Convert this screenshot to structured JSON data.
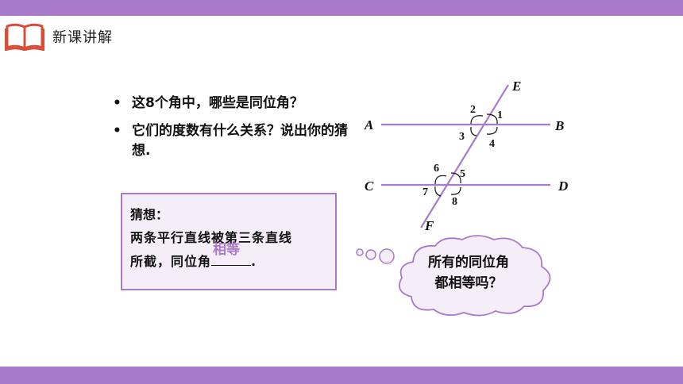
{
  "header": {
    "title": "新课讲解"
  },
  "bullets": [
    "这8个角中，哪些是同位角？",
    "它们的度数有什么关系？说出你的猜想."
  ],
  "guess": {
    "title": "猜想：",
    "line1": "两条平行直线被第三条直线",
    "line2_prefix": "所截，同位角",
    "answer": "相等",
    "line2_suffix": "."
  },
  "diagram": {
    "points": {
      "A": "A",
      "B": "B",
      "C": "C",
      "D": "D",
      "E": "E",
      "F": "F"
    },
    "angles": [
      "1",
      "2",
      "3",
      "4",
      "5",
      "6",
      "7",
      "8"
    ]
  },
  "cloud": {
    "line1": "所有的同位角",
    "line2": "都相等吗？"
  },
  "colors": {
    "accent": "#a97ac9",
    "box_fill": "#f5eef9",
    "book_red": "#d94c3a"
  }
}
